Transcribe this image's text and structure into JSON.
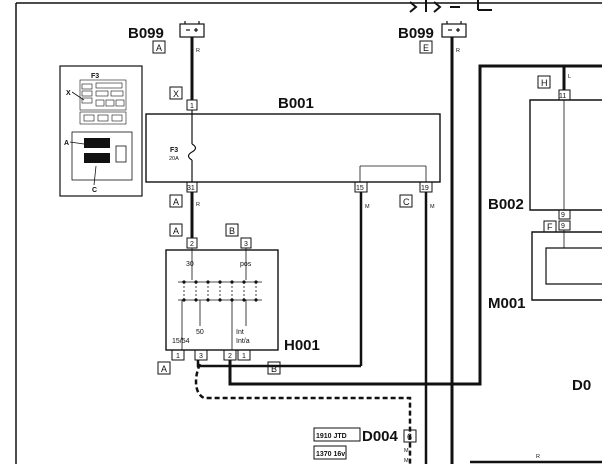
{
  "components": {
    "battery_left": "B099",
    "battery_right": "B099",
    "fuse_box": "B001",
    "relay_box": "B002",
    "ignition_switch": "H001",
    "module": "M001",
    "ground_d004": "D004",
    "partial_right": "D0"
  },
  "connectors": {
    "A_top": "A",
    "E_top": "E",
    "X": "X",
    "A_mid": "A",
    "A_low": "A",
    "B_low": "B",
    "C_mid": "C",
    "H_right": "H",
    "F_right": "F",
    "A_bottom": "A",
    "B_bottom": "B"
  },
  "pins": {
    "b001_in": "1",
    "b001_out_31": "31",
    "b001_out_15": "15",
    "b001_out_19": "19",
    "h001_in_2": "2",
    "h001_in_3": "3",
    "h001_out_1a": "1",
    "h001_out_3": "3",
    "h001_out_2": "2",
    "h001_out_1b": "1",
    "pin_11": "11",
    "pin_9a": "9",
    "pin_9b": "9",
    "d004_pin": "6"
  },
  "wire_colors": {
    "w_battery_left": "R",
    "w_battery_right": "R",
    "w_r_below_b001": "R",
    "w_15": "M",
    "w_19": "M",
    "w_h_right": "L",
    "w_bottom_R": "R",
    "w_d004_M1": "M",
    "w_d004_M2": "M"
  },
  "fuse": {
    "name": "F3",
    "rating": "20A"
  },
  "switch_labels": {
    "top_left": "30",
    "top_right": "pos",
    "pin_50": "50",
    "pin_1554": "15/54",
    "pin_int": "Int",
    "pin_int_a": "Int/a"
  },
  "inset": {
    "title": "F3",
    "label_x": "X",
    "label_a": "A",
    "label_c": "C"
  },
  "engine_variants": {
    "v1": "1910 JTD",
    "v2": "1370 16v"
  },
  "colors": {
    "line": "#111111",
    "background": "#ffffff"
  }
}
